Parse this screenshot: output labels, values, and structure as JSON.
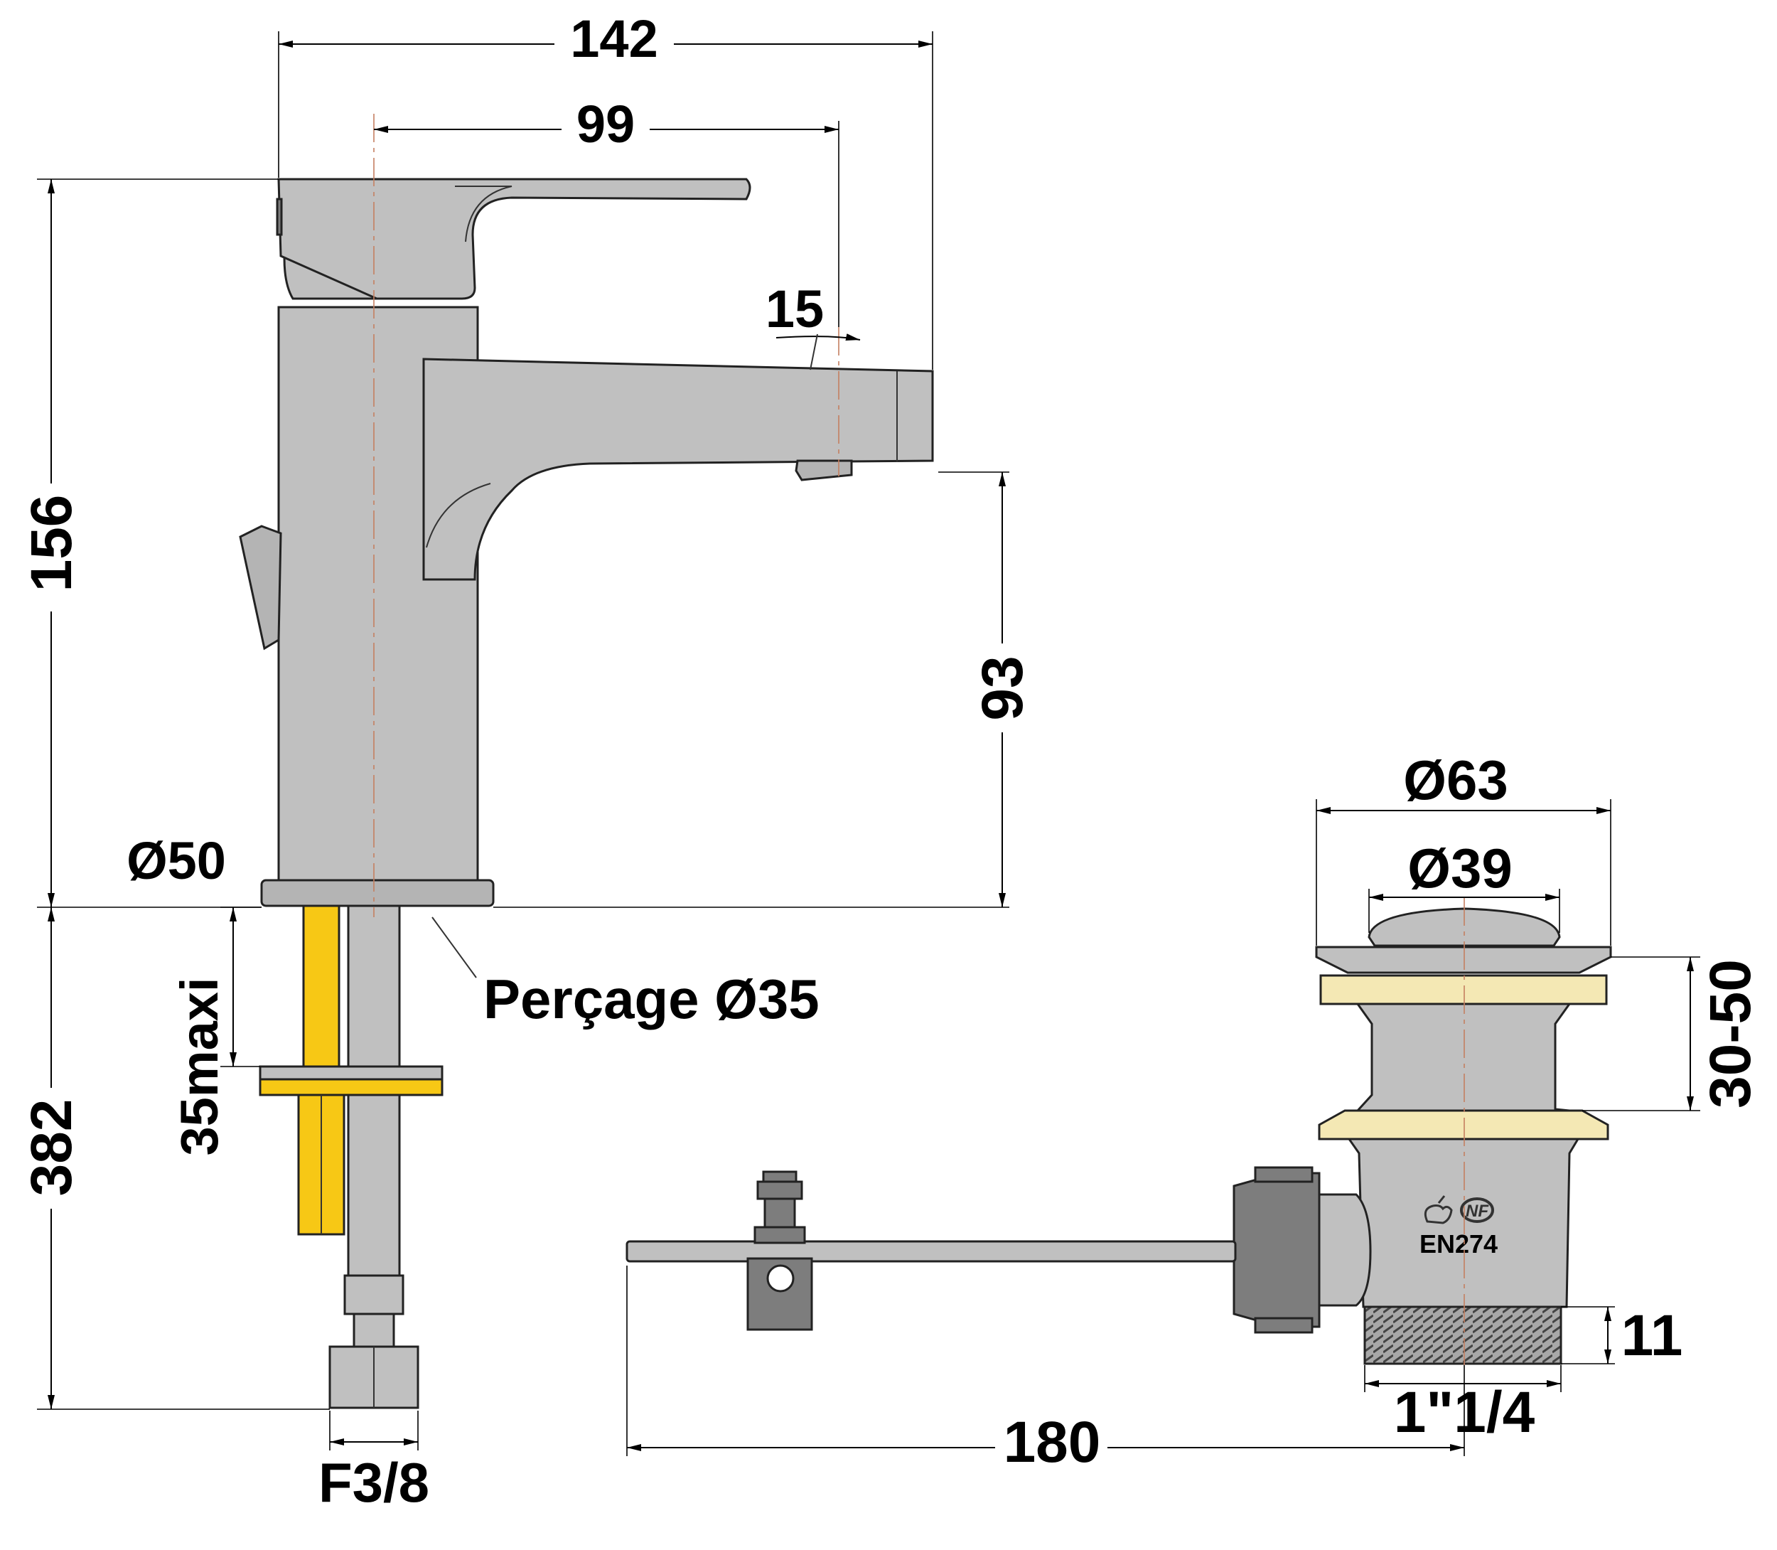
{
  "drawing": {
    "faucet": {
      "width_total": "142",
      "spout_reach": "99",
      "height_total": "156",
      "spout_angle": "15",
      "spout_height": "93",
      "base_diameter": "Ø50",
      "deck_thickness_max": "35maxi",
      "drilling": "Perçage Ø35",
      "hose_length": "382",
      "hose_connection": "F3/8"
    },
    "drain": {
      "flange_diameter": "Ø63",
      "plug_diameter": "Ø39",
      "clamping_range": "30-50",
      "thread_length": "11",
      "thread_size": "1\"1/4",
      "rod_length": "180",
      "standard": "EN274",
      "cert_mark": "NF"
    }
  }
}
